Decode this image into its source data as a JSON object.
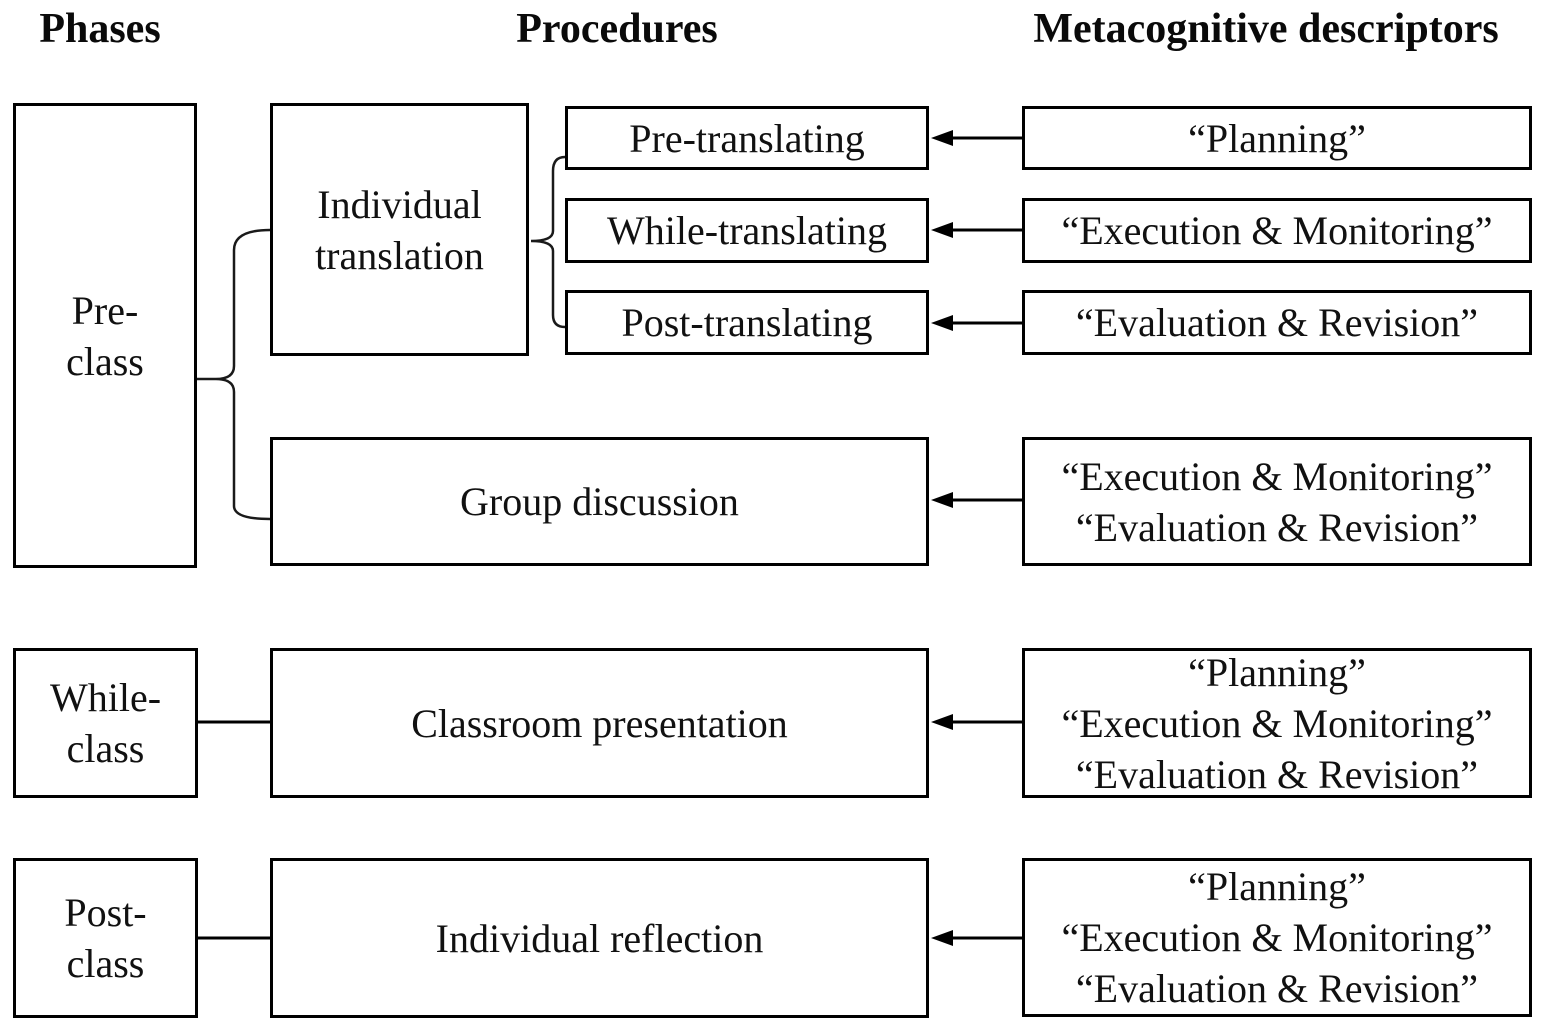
{
  "headers": {
    "phases": "Phases",
    "procedures": "Procedures",
    "descriptors": "Metacognitive descriptors"
  },
  "phases": {
    "pre": {
      "label": "Pre-\nclass"
    },
    "while": {
      "label": "While-\nclass"
    },
    "post": {
      "label": "Post-\nclass"
    }
  },
  "procedures": {
    "individual_translation": {
      "label": "Individual\ntranslation"
    },
    "pre_translating": {
      "label": "Pre-translating"
    },
    "while_translating": {
      "label": "While-translating"
    },
    "post_translating": {
      "label": "Post-translating"
    },
    "group_discussion": {
      "label": "Group discussion"
    },
    "classroom_presentation": {
      "label": "Classroom presentation"
    },
    "individual_reflection": {
      "label": "Individual reflection"
    }
  },
  "descriptors": {
    "planning": {
      "label": "“Planning”"
    },
    "execution_monitoring": {
      "label": "“Execution & Monitoring”"
    },
    "evaluation_revision": {
      "label": "“Evaluation & Revision”"
    },
    "group_discussion": {
      "label": "“Execution & Monitoring”\n“Evaluation & Revision”"
    },
    "classroom_presentation": {
      "label": "“Planning”\n“Execution & Monitoring”\n“Evaluation & Revision”"
    },
    "individual_reflection": {
      "label": "“Planning”\n“Execution & Monitoring”\n“Evaluation & Revision”"
    }
  },
  "colors": {
    "line": "#000000",
    "brace": "#1a1a1a",
    "text": "#111111",
    "background": "#ffffff"
  }
}
